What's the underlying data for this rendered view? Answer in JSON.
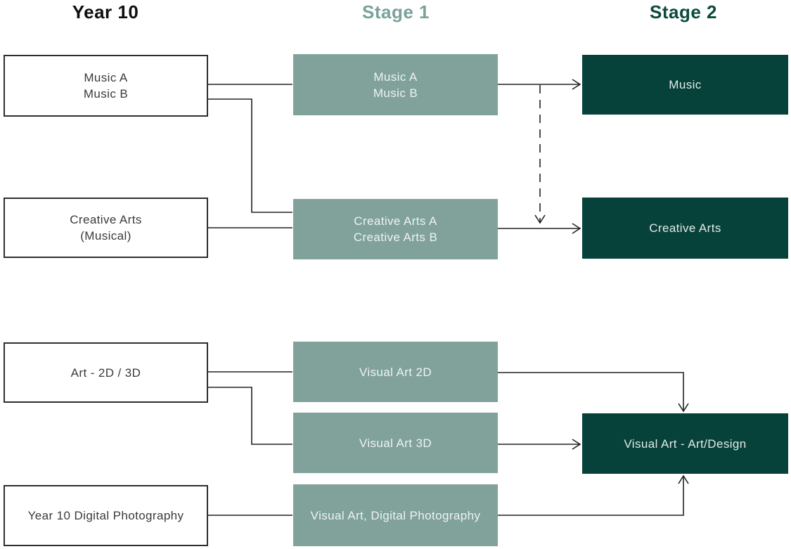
{
  "headers": [
    {
      "id": "year10",
      "label": "Year 10"
    },
    {
      "id": "stage1",
      "label": "Stage 1"
    },
    {
      "id": "stage2",
      "label": "Stage 2"
    }
  ],
  "nodes": [
    {
      "id": "y10-music",
      "column": "year10",
      "lines": [
        "Music A",
        "Music B"
      ]
    },
    {
      "id": "y10-creative",
      "column": "year10",
      "lines": [
        "Creative Arts",
        "(Musical)"
      ]
    },
    {
      "id": "y10-art",
      "column": "year10",
      "lines": [
        "Art - 2D / 3D"
      ]
    },
    {
      "id": "y10-photo",
      "column": "year10",
      "lines": [
        "Year 10 Digital Photography"
      ]
    },
    {
      "id": "s1-music",
      "column": "stage1",
      "lines": [
        "Music A",
        "Music B"
      ]
    },
    {
      "id": "s1-creative",
      "column": "stage1",
      "lines": [
        "Creative Arts A",
        "Creative Arts B"
      ]
    },
    {
      "id": "s1-va2d",
      "column": "stage1",
      "lines": [
        "Visual Art 2D"
      ]
    },
    {
      "id": "s1-va3d",
      "column": "stage1",
      "lines": [
        "Visual Art 3D"
      ]
    },
    {
      "id": "s1-vadp",
      "column": "stage1",
      "lines": [
        "Visual Art, Digital Photography"
      ]
    },
    {
      "id": "s2-music",
      "column": "stage2",
      "lines": [
        "Music"
      ]
    },
    {
      "id": "s2-creative",
      "column": "stage2",
      "lines": [
        "Creative Arts"
      ]
    },
    {
      "id": "s2-va",
      "column": "stage2",
      "lines": [
        "Visual Art - Art/Design"
      ]
    }
  ],
  "edges": [
    {
      "from": "y10-music",
      "to": "s1-music",
      "style": "plain"
    },
    {
      "from": "y10-music",
      "to": "s1-creative",
      "style": "plain"
    },
    {
      "from": "y10-creative",
      "to": "s1-creative",
      "style": "plain"
    },
    {
      "from": "s1-music",
      "to": "s2-music",
      "style": "arrow"
    },
    {
      "from": "s1-music",
      "to": "s2-creative",
      "style": "dashed-arrow"
    },
    {
      "from": "s1-creative",
      "to": "s2-creative",
      "style": "arrow"
    },
    {
      "from": "y10-art",
      "to": "s1-va2d",
      "style": "plain"
    },
    {
      "from": "y10-art",
      "to": "s1-va3d",
      "style": "plain"
    },
    {
      "from": "s1-va2d",
      "to": "s2-va",
      "style": "arrow"
    },
    {
      "from": "s1-va3d",
      "to": "s2-va",
      "style": "arrow"
    },
    {
      "from": "y10-photo",
      "to": "s1-vadp",
      "style": "plain"
    },
    {
      "from": "s1-vadp",
      "to": "s2-va",
      "style": "arrow"
    }
  ],
  "colors": {
    "stage1_fill": "#80a29a",
    "stage2_fill": "#07423a",
    "year10_header_text": "#0f0f0f",
    "stage1_header_text": "#7aa29a",
    "stage2_header_text": "#0c4a3e",
    "connector": "#222222"
  }
}
